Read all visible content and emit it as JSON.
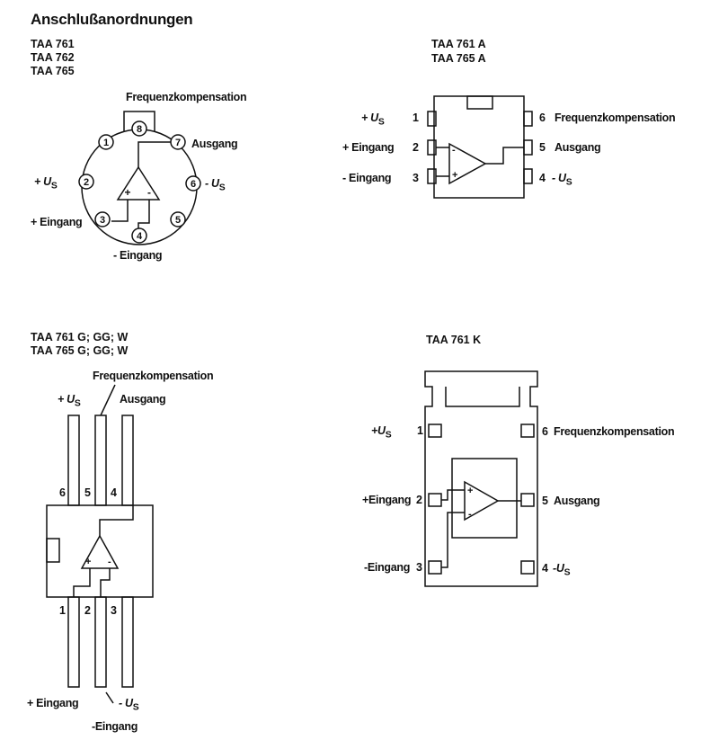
{
  "title": "Anschlußanordnungen",
  "diagrams": {
    "round": {
      "models": [
        "TAA 761",
        "TAA 762",
        "TAA 765"
      ],
      "labels": {
        "freq": "Frequenzkompensation",
        "ausgang": "Ausgang",
        "minus_us": "- U",
        "plus_us": "+ U",
        "plus_eingang": "+ Eingang",
        "minus_eingang": "- Eingang"
      },
      "pins": [
        "1",
        "2",
        "3",
        "4",
        "5",
        "6",
        "7",
        "8"
      ]
    },
    "dip": {
      "models": [
        "TAA 761 A",
        "TAA 765 A"
      ],
      "left": [
        {
          "label": "+ U",
          "sub": "S",
          "pin": "1"
        },
        {
          "label": "+ Eingang",
          "sub": "",
          "pin": "2"
        },
        {
          "label": "- Eingang",
          "sub": "",
          "pin": "3"
        }
      ],
      "right": [
        {
          "pin": "6",
          "label": "Frequenzkompensation",
          "sub": ""
        },
        {
          "pin": "5",
          "label": "Ausgang",
          "sub": ""
        },
        {
          "pin": "4",
          "label": "- U",
          "sub": "S"
        }
      ]
    },
    "sip": {
      "models": [
        "TAA 761 G; GG; W",
        "TAA 765 G; GG; W"
      ],
      "top_pins": [
        "6",
        "5",
        "4"
      ],
      "bottom_pins": [
        "1",
        "2",
        "3"
      ],
      "labels": {
        "plus_us": "+ U",
        "freq": "Frequenzkompensation",
        "ausgang": "Ausgang",
        "plus_eingang": "+ Eingang",
        "minus_us": "- U",
        "minus_eingang": "-Eingang"
      }
    },
    "k": {
      "model": "TAA 761 K",
      "left": [
        {
          "label": "+U",
          "sub": "S",
          "pin": "1"
        },
        {
          "label": "+Eingang",
          "sub": "",
          "pin": "2"
        },
        {
          "label": "-Eingang",
          "sub": "",
          "pin": "3"
        }
      ],
      "right": [
        {
          "pin": "6",
          "label": "Frequenzkompensation",
          "sub": ""
        },
        {
          "pin": "5",
          "label": "Ausgang",
          "sub": ""
        },
        {
          "pin": "4",
          "label": "-U",
          "sub": "S"
        }
      ],
      "opamp_signs": [
        "+",
        "-"
      ]
    }
  },
  "us_sub": "S",
  "opamp_plus": "+",
  "opamp_minus": "-"
}
